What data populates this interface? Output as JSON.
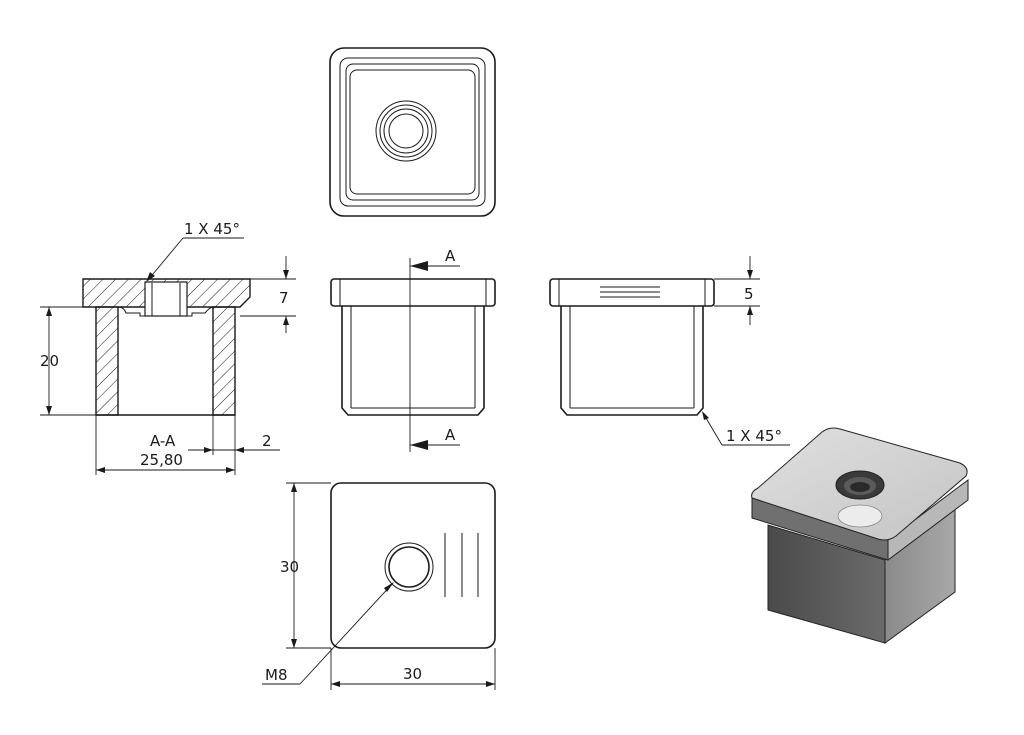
{
  "views": {
    "top": {
      "name": "top-view"
    },
    "section": {
      "label": "A-A",
      "chamfer": "1 X 45°",
      "dim_flange_thickness": "7",
      "dim_height": "20",
      "dim_wall": "2",
      "dim_inner_width": "25,80"
    },
    "front": {
      "cut_label_top": "A",
      "cut_label_bottom": "A"
    },
    "side": {
      "dim_flange": "5",
      "chamfer": "1 X 45°"
    },
    "bottom": {
      "dim_height": "30",
      "dim_width": "30",
      "thread": "M8"
    },
    "iso": {
      "name": "isometric-view"
    }
  },
  "colors": {
    "line": "#1a1a1a",
    "hatch": "#1a1a1a",
    "background": "#ffffff"
  }
}
